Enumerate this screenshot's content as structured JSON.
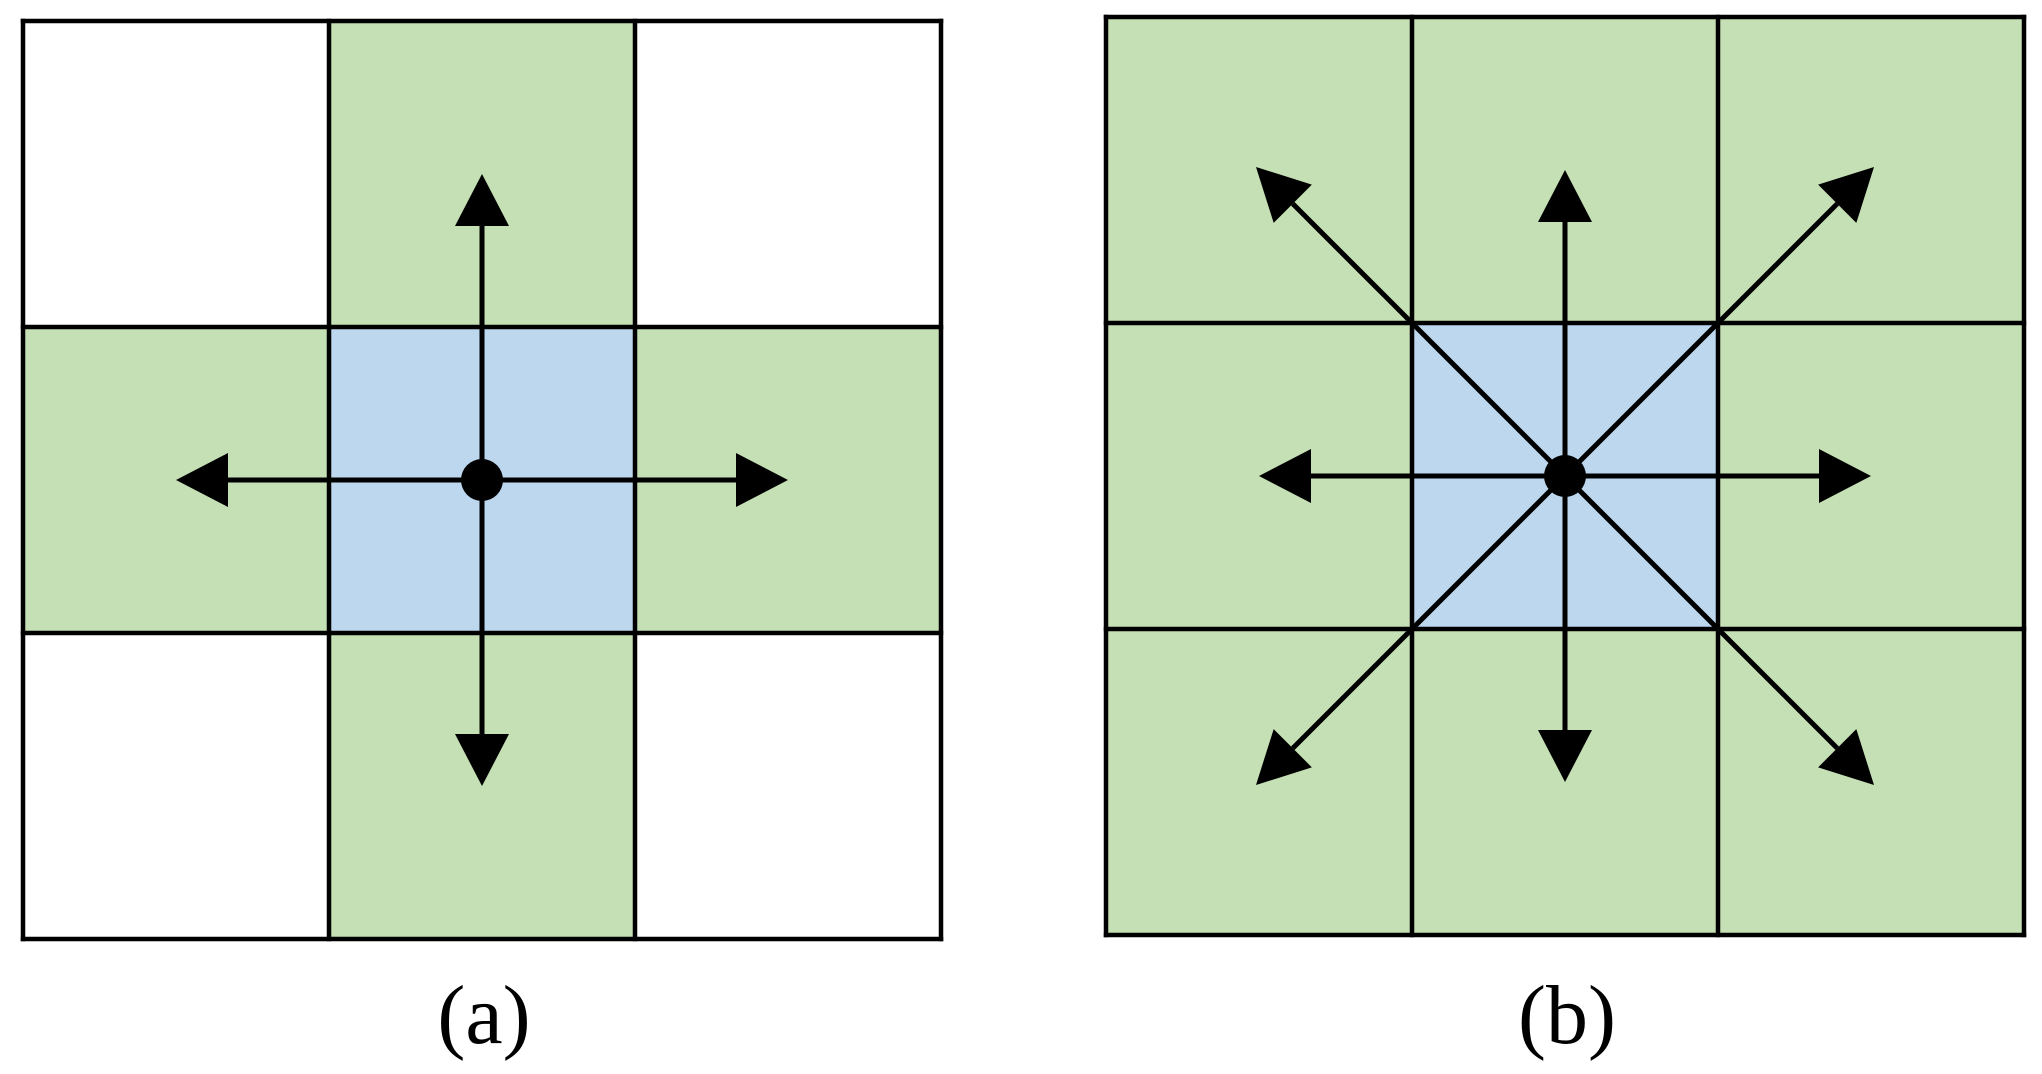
{
  "panels": [
    {
      "id": "a",
      "caption": "(a)",
      "neighborhood": "4-connected",
      "cell_colors": [
        [
          "empty",
          "neighbor",
          "empty"
        ],
        [
          "neighbor",
          "center",
          "neighbor"
        ],
        [
          "empty",
          "neighbor",
          "empty"
        ]
      ],
      "arrow_directions": [
        "up",
        "down",
        "left",
        "right"
      ]
    },
    {
      "id": "b",
      "caption": "(b)",
      "neighborhood": "8-connected",
      "cell_colors": [
        [
          "neighbor",
          "neighbor",
          "neighbor"
        ],
        [
          "neighbor",
          "center",
          "neighbor"
        ],
        [
          "neighbor",
          "neighbor",
          "neighbor"
        ]
      ],
      "arrow_directions": [
        "up",
        "down",
        "left",
        "right",
        "up-left",
        "up-right",
        "down-left",
        "down-right"
      ]
    }
  ],
  "colors": {
    "center": "#bdd7ee",
    "neighbor": "#c5e0b4",
    "empty": "#ffffff",
    "line": "#000000"
  }
}
